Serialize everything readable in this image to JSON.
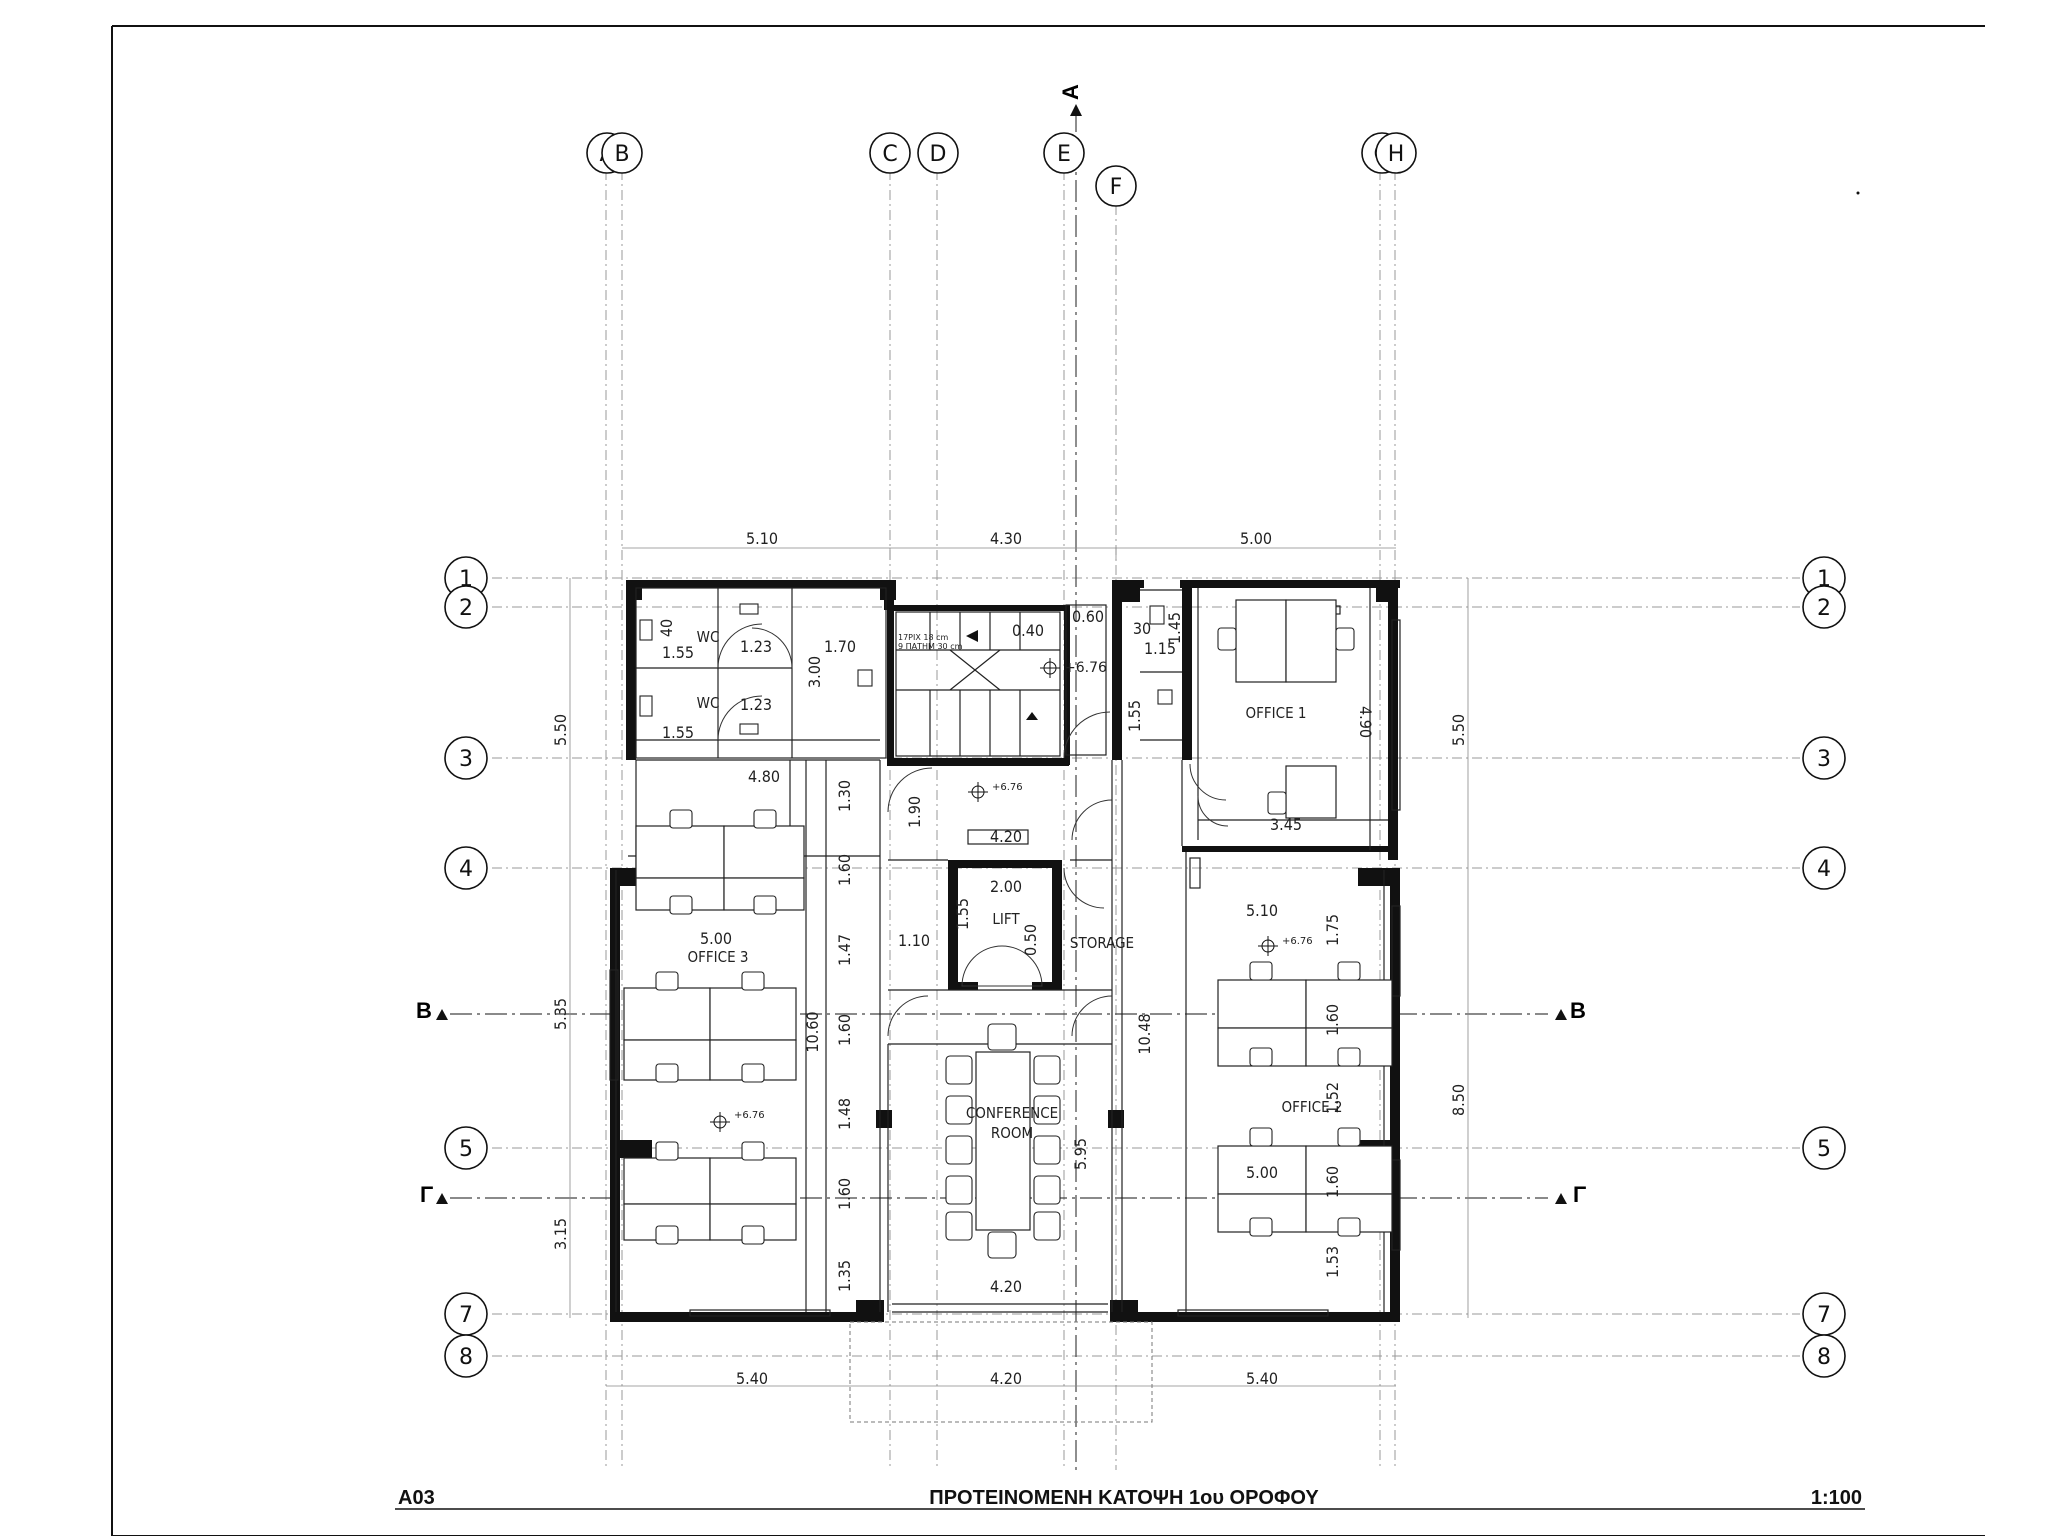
{
  "drawing": {
    "sheet_code": "A03",
    "title": "ΠΡΟΤΕΙΝΟΜΕΝΗ ΚΑΤΟΨΗ 1ου ΟΡΟΦΟΥ",
    "scale": "1:100"
  },
  "grid_axes": {
    "columns": [
      "A",
      "B",
      "C",
      "D",
      "E",
      "F",
      "G",
      "H"
    ],
    "rows": [
      "1",
      "2",
      "3",
      "4",
      "5",
      "7",
      "8"
    ]
  },
  "section_markers": {
    "a": "A",
    "b_left": "B",
    "b_right": "B",
    "g_left": "Γ",
    "g_right": "Γ"
  },
  "rooms": {
    "wc_1": "WC",
    "wc_2": "WC",
    "office_1": "OFFICE 1",
    "office_2": "OFFICE 2",
    "office_3": "OFFICE 3",
    "lift": "LIFT",
    "storage": "STORAGE",
    "conference_line1": "CONFERENCE",
    "conference_line2": "ROOM"
  },
  "levels": {
    "stair_landing": "+6.76",
    "lobby": "+6.76",
    "office_2": "+6.76",
    "office_3": "+6.76"
  },
  "stair_note": {
    "line1": "17ΡΙΧ 18 cm",
    "line2": "9 ΠΑΤΗΜ 30 cm"
  },
  "dimensions": {
    "top_bays": [
      "5.10",
      "4.30",
      "5.00"
    ],
    "bottom_bays": [
      "5.40",
      "4.20",
      "5.40"
    ],
    "left_side": [
      "5.50",
      "5.35",
      "3.15"
    ],
    "right_side": [
      "5.50",
      "8.50"
    ],
    "wc_width_1": "1.55",
    "wc_width_2": "1.55",
    "wc_depth_1": "1.23",
    "wc_depth_2": "1.23",
    "wc_small": "40",
    "corridor_width": "1.70",
    "corridor_length": "3.00",
    "office3_width_top": "4.80",
    "stair_gap": "0.40",
    "stair_offset": "0.60",
    "stair_side": "1.55",
    "stair_small": "30",
    "closet_depth": "1.15",
    "closet_height": "1.45",
    "office1_height": "4.90",
    "office1_width": "3.45",
    "lobby_depth_a": "1.30",
    "lobby_depth_b": "1.90",
    "lobby_width": "4.20",
    "lift_width": "2.00",
    "lift_depth": "1.55",
    "lift_door": "1.10",
    "lift_small": "0.50",
    "col_run_1": "1.60",
    "col_run_2": "1.47",
    "col_run_3": "1.60",
    "col_run_4": "1.48",
    "col_run_5": "1.60",
    "col_run_6": "1.35",
    "office3_width_mid": "5.00",
    "office3_total": "10.60",
    "conference_depth": "5.95",
    "conference_width": "4.20",
    "east_total": "10.48",
    "office2_width_top": "5.10",
    "office2_a": "1.75",
    "office2_b": "1.60",
    "office2_c": "1.52",
    "office2_width_mid": "5.00",
    "office2_d": "1.60",
    "office2_e": "1.53"
  }
}
